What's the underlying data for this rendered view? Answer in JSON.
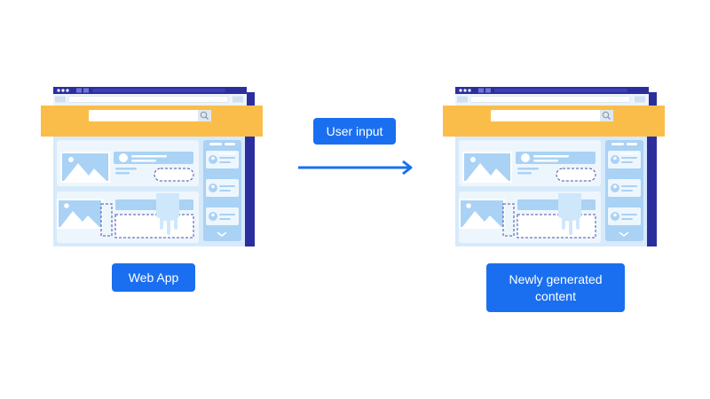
{
  "labels": {
    "user_input": "User input",
    "web_app": "Web App",
    "newly_generated": "Newly generated content"
  },
  "colors": {
    "accent_blue": "#1a6ff0",
    "header_yellow": "#fbbd4a",
    "frame_navy": "#2b2f9e",
    "panel_light": "#d7eafb",
    "card_blue": "#a9d2f5",
    "dashed": "#4a4fa8"
  },
  "icons": {
    "arrow": "arrow-right-icon",
    "search": "search-icon",
    "image": "image-placeholder-icon",
    "avatar": "avatar-icon",
    "chevron": "chevron-down-icon"
  }
}
